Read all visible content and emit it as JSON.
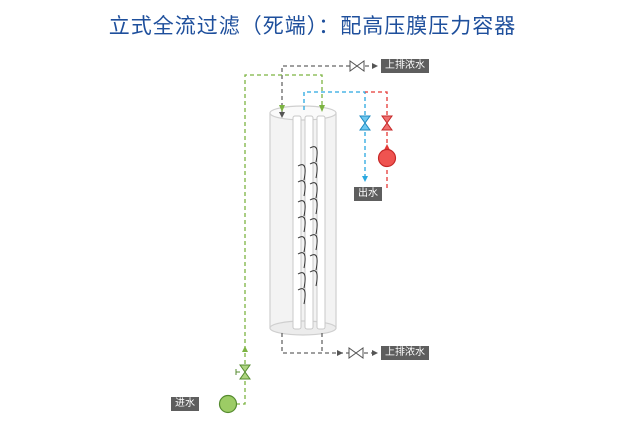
{
  "title": "立式全流过滤（死端）：配高压膜压力容器",
  "labels": {
    "top_reject": "上排浓水",
    "outlet": "出水",
    "bottom_reject": "上排浓水",
    "inlet": "进水"
  },
  "colors": {
    "title": "#1e4f9c",
    "feed_line": "#7cb342",
    "reject_line": "#666666",
    "outlet_line": "#29a8e0",
    "pressure_line": "#e53935",
    "label_bg": "#5e5e5e"
  }
}
